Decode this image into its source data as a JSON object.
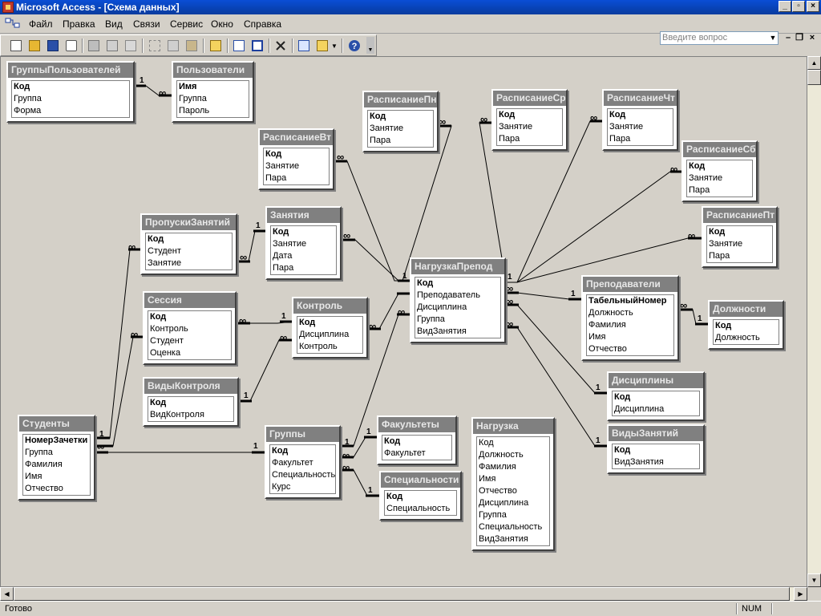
{
  "window": {
    "title": "Microsoft Access - [Схема данных]"
  },
  "menu": [
    {
      "label": "Файл"
    },
    {
      "label": "Правка"
    },
    {
      "label": "Вид"
    },
    {
      "label": "Связи"
    },
    {
      "label": "Сервис"
    },
    {
      "label": "Окно"
    },
    {
      "label": "Справка"
    }
  ],
  "help": {
    "placeholder": "Введите вопрос"
  },
  "toolbar": {
    "buttons": [
      {
        "name": "new-icon"
      },
      {
        "name": "open-icon"
      },
      {
        "name": "save-icon"
      },
      {
        "name": "search-file-icon"
      },
      {
        "name": "print-icon"
      },
      {
        "name": "print-preview-icon"
      },
      {
        "name": "spelling-icon"
      },
      {
        "name": "cut-icon"
      },
      {
        "name": "copy-icon"
      },
      {
        "name": "paste-icon"
      },
      {
        "name": "show-table-icon"
      },
      {
        "name": "show-direct-icon"
      },
      {
        "name": "show-all-icon"
      },
      {
        "name": "delete-icon"
      },
      {
        "name": "properties-icon"
      },
      {
        "name": "new-object-icon"
      },
      {
        "name": "help-icon"
      }
    ]
  },
  "tables": [
    {
      "id": "gruppy-polz",
      "title": "ГруппыПользователей",
      "fields": [
        {
          "name": "Код",
          "pk": true
        },
        {
          "name": "Группа"
        },
        {
          "name": "Форма"
        }
      ]
    },
    {
      "id": "polzovateli",
      "title": "Пользователи",
      "fields": [
        {
          "name": "Имя",
          "pk": true
        },
        {
          "name": "Группа"
        },
        {
          "name": "Пароль"
        }
      ]
    },
    {
      "id": "rasp-pn",
      "title": "РасписаниеПн",
      "fields": [
        {
          "name": "Код",
          "pk": true
        },
        {
          "name": "Занятие"
        },
        {
          "name": "Пара"
        }
      ]
    },
    {
      "id": "rasp-sr",
      "title": "РасписаниеСр",
      "fields": [
        {
          "name": "Код",
          "pk": true
        },
        {
          "name": "Занятие"
        },
        {
          "name": "Пара"
        }
      ]
    },
    {
      "id": "rasp-cht",
      "title": "РасписаниеЧт",
      "fields": [
        {
          "name": "Код",
          "pk": true
        },
        {
          "name": "Занятие"
        },
        {
          "name": "Пара"
        }
      ]
    },
    {
      "id": "rasp-sb",
      "title": "РасписаниеСб",
      "fields": [
        {
          "name": "Код",
          "pk": true
        },
        {
          "name": "Занятие"
        },
        {
          "name": "Пара"
        }
      ]
    },
    {
      "id": "rasp-vt",
      "title": "РасписаниеВт",
      "fields": [
        {
          "name": "Код",
          "pk": true
        },
        {
          "name": "Занятие"
        },
        {
          "name": "Пара"
        }
      ]
    },
    {
      "id": "rasp-pt",
      "title": "РасписаниеПт",
      "fields": [
        {
          "name": "Код",
          "pk": true
        },
        {
          "name": "Занятие"
        },
        {
          "name": "Пара"
        }
      ]
    },
    {
      "id": "propuski",
      "title": "ПропускиЗанятий",
      "fields": [
        {
          "name": "Код",
          "pk": true
        },
        {
          "name": "Студент"
        },
        {
          "name": "Занятие"
        }
      ]
    },
    {
      "id": "zanyatiya",
      "title": "Занятия",
      "fields": [
        {
          "name": "Код",
          "pk": true
        },
        {
          "name": "Занятие"
        },
        {
          "name": "Дата"
        },
        {
          "name": "Пара"
        }
      ]
    },
    {
      "id": "nagruzka-prepod",
      "title": "НагрузкаПрепод",
      "fields": [
        {
          "name": "Код",
          "pk": true
        },
        {
          "name": "Преподаватель"
        },
        {
          "name": "Дисциплина"
        },
        {
          "name": "Группа"
        },
        {
          "name": "ВидЗанятия"
        }
      ]
    },
    {
      "id": "prepodavateli",
      "title": "Преподаватели",
      "fields": [
        {
          "name": "ТабельныйНомер",
          "pk": true
        },
        {
          "name": "Должность"
        },
        {
          "name": "Фамилия"
        },
        {
          "name": "Имя"
        },
        {
          "name": "Отчество"
        }
      ]
    },
    {
      "id": "dolzhnosti",
      "title": "Должности",
      "fields": [
        {
          "name": "Код",
          "pk": true
        },
        {
          "name": "Должность"
        }
      ]
    },
    {
      "id": "sessiya",
      "title": "Сессия",
      "fields": [
        {
          "name": "Код",
          "pk": true
        },
        {
          "name": "Контроль"
        },
        {
          "name": "Студент"
        },
        {
          "name": "Оценка"
        }
      ]
    },
    {
      "id": "kontrol",
      "title": "Контроль",
      "fields": [
        {
          "name": "Код",
          "pk": true
        },
        {
          "name": "Дисциплина"
        },
        {
          "name": "Контроль"
        }
      ]
    },
    {
      "id": "vidy-kontrolya",
      "title": "ВидыКонтроля",
      "fields": [
        {
          "name": "Код",
          "pk": true
        },
        {
          "name": "ВидКонтроля"
        }
      ]
    },
    {
      "id": "discipliny",
      "title": "Дисциплины",
      "fields": [
        {
          "name": "Код",
          "pk": true
        },
        {
          "name": "Дисциплина"
        }
      ]
    },
    {
      "id": "vidy-zanyatiy",
      "title": "ВидыЗанятий",
      "fields": [
        {
          "name": "Код",
          "pk": true
        },
        {
          "name": "ВидЗанятия"
        }
      ]
    },
    {
      "id": "studenty",
      "title": "Студенты",
      "fields": [
        {
          "name": "НомерЗачетки",
          "pk": true
        },
        {
          "name": "Группа"
        },
        {
          "name": "Фамилия"
        },
        {
          "name": "Имя"
        },
        {
          "name": "Отчество"
        }
      ]
    },
    {
      "id": "gruppy",
      "title": "Группы",
      "fields": [
        {
          "name": "Код",
          "pk": true
        },
        {
          "name": "Факультет"
        },
        {
          "name": "Специальность"
        },
        {
          "name": "Курс"
        }
      ]
    },
    {
      "id": "fakultety",
      "title": "Факультеты",
      "fields": [
        {
          "name": "Код",
          "pk": true
        },
        {
          "name": "Факультет"
        }
      ]
    },
    {
      "id": "specialnosti",
      "title": "Специальности",
      "fields": [
        {
          "name": "Код",
          "pk": true
        },
        {
          "name": "Специальность"
        }
      ]
    },
    {
      "id": "nagruzka",
      "title": "Нагрузка",
      "fields": [
        {
          "name": "Код"
        },
        {
          "name": "Должность"
        },
        {
          "name": "Фамилия"
        },
        {
          "name": "Имя"
        },
        {
          "name": "Отчество"
        },
        {
          "name": "Дисциплина"
        },
        {
          "name": "Группа"
        },
        {
          "name": "Специальность"
        },
        {
          "name": "ВидЗанятия"
        }
      ]
    }
  ],
  "relationships": {
    "one": "1",
    "many": "∞"
  },
  "status": {
    "text": "Готово",
    "num": "NUM"
  }
}
